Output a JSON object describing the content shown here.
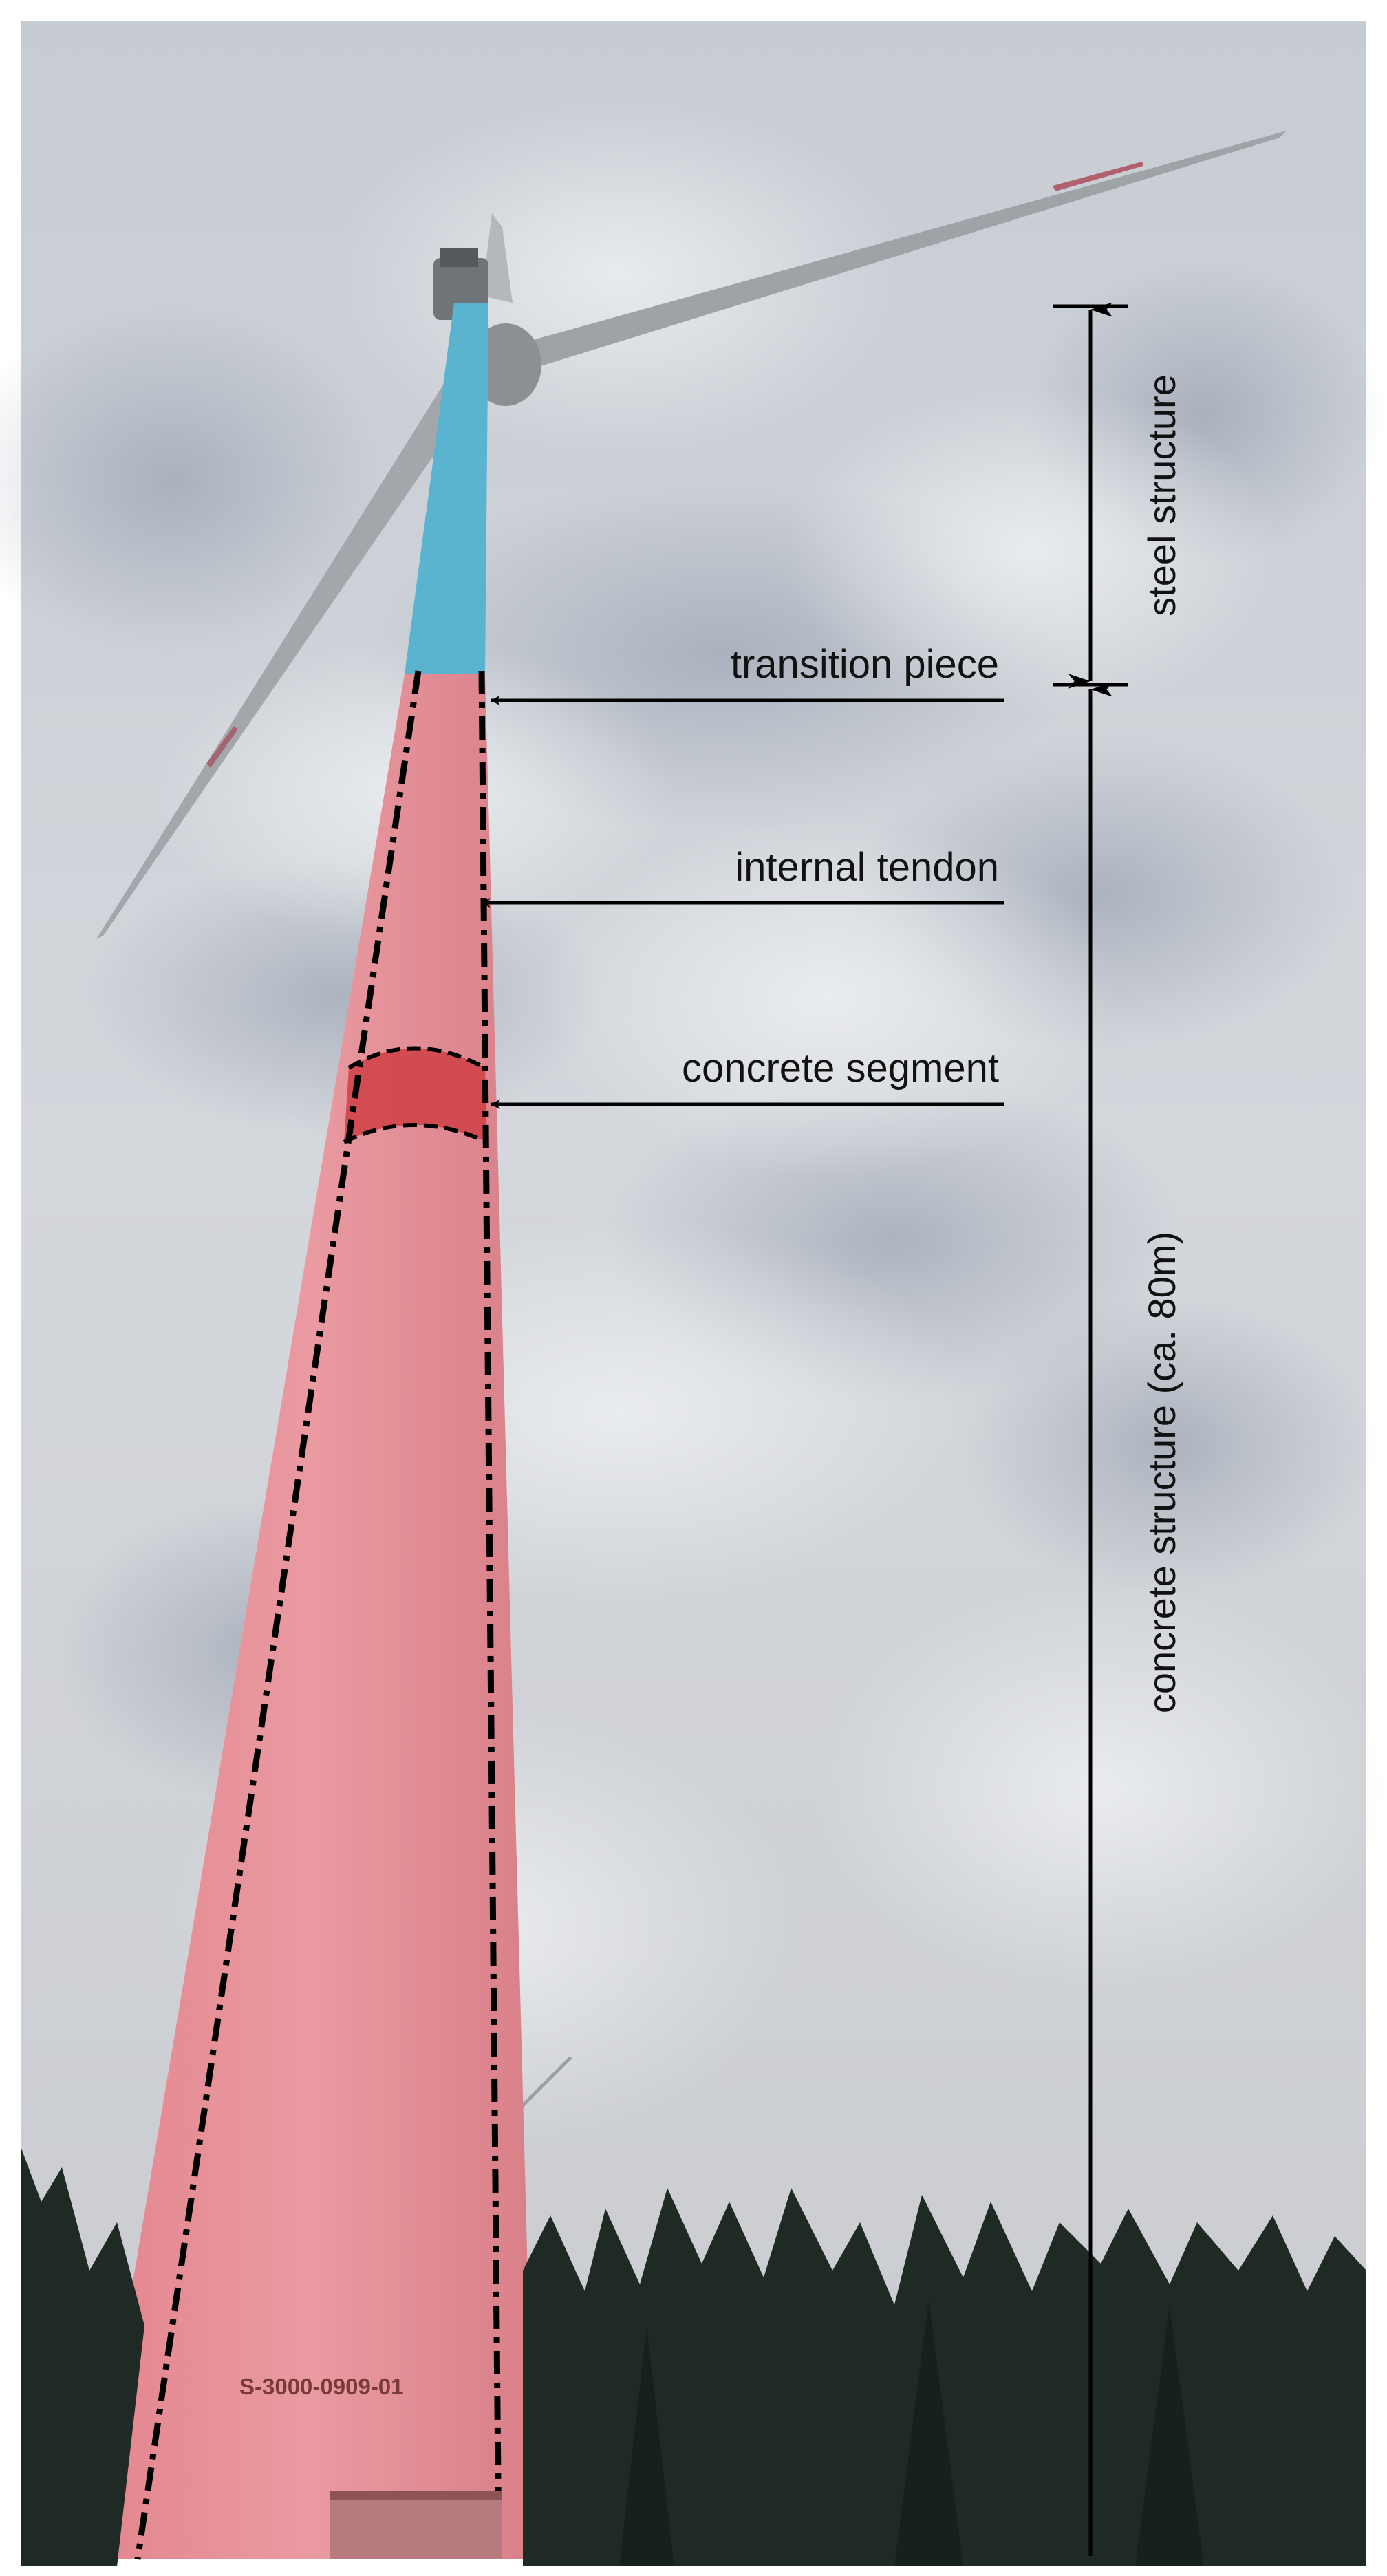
{
  "labels": {
    "transition_piece": "transition piece",
    "internal_tendon": "internal tendon",
    "concrete_segment": "concrete segment",
    "steel_structure": "steel structure",
    "concrete_structure": "concrete structure (ca. 80m)"
  },
  "tower_serial": "S-3000-0909-01",
  "colors": {
    "steel_section": "#5ab4cf",
    "concrete_section": "#e68f97",
    "concrete_segment_highlight": "#cf3f45",
    "sky": "#cfd3d8",
    "trees": "#1f2a24",
    "annotation_lines": "#000000"
  },
  "icons": [
    "arrow-left-icon",
    "double-arrow-icon"
  ]
}
